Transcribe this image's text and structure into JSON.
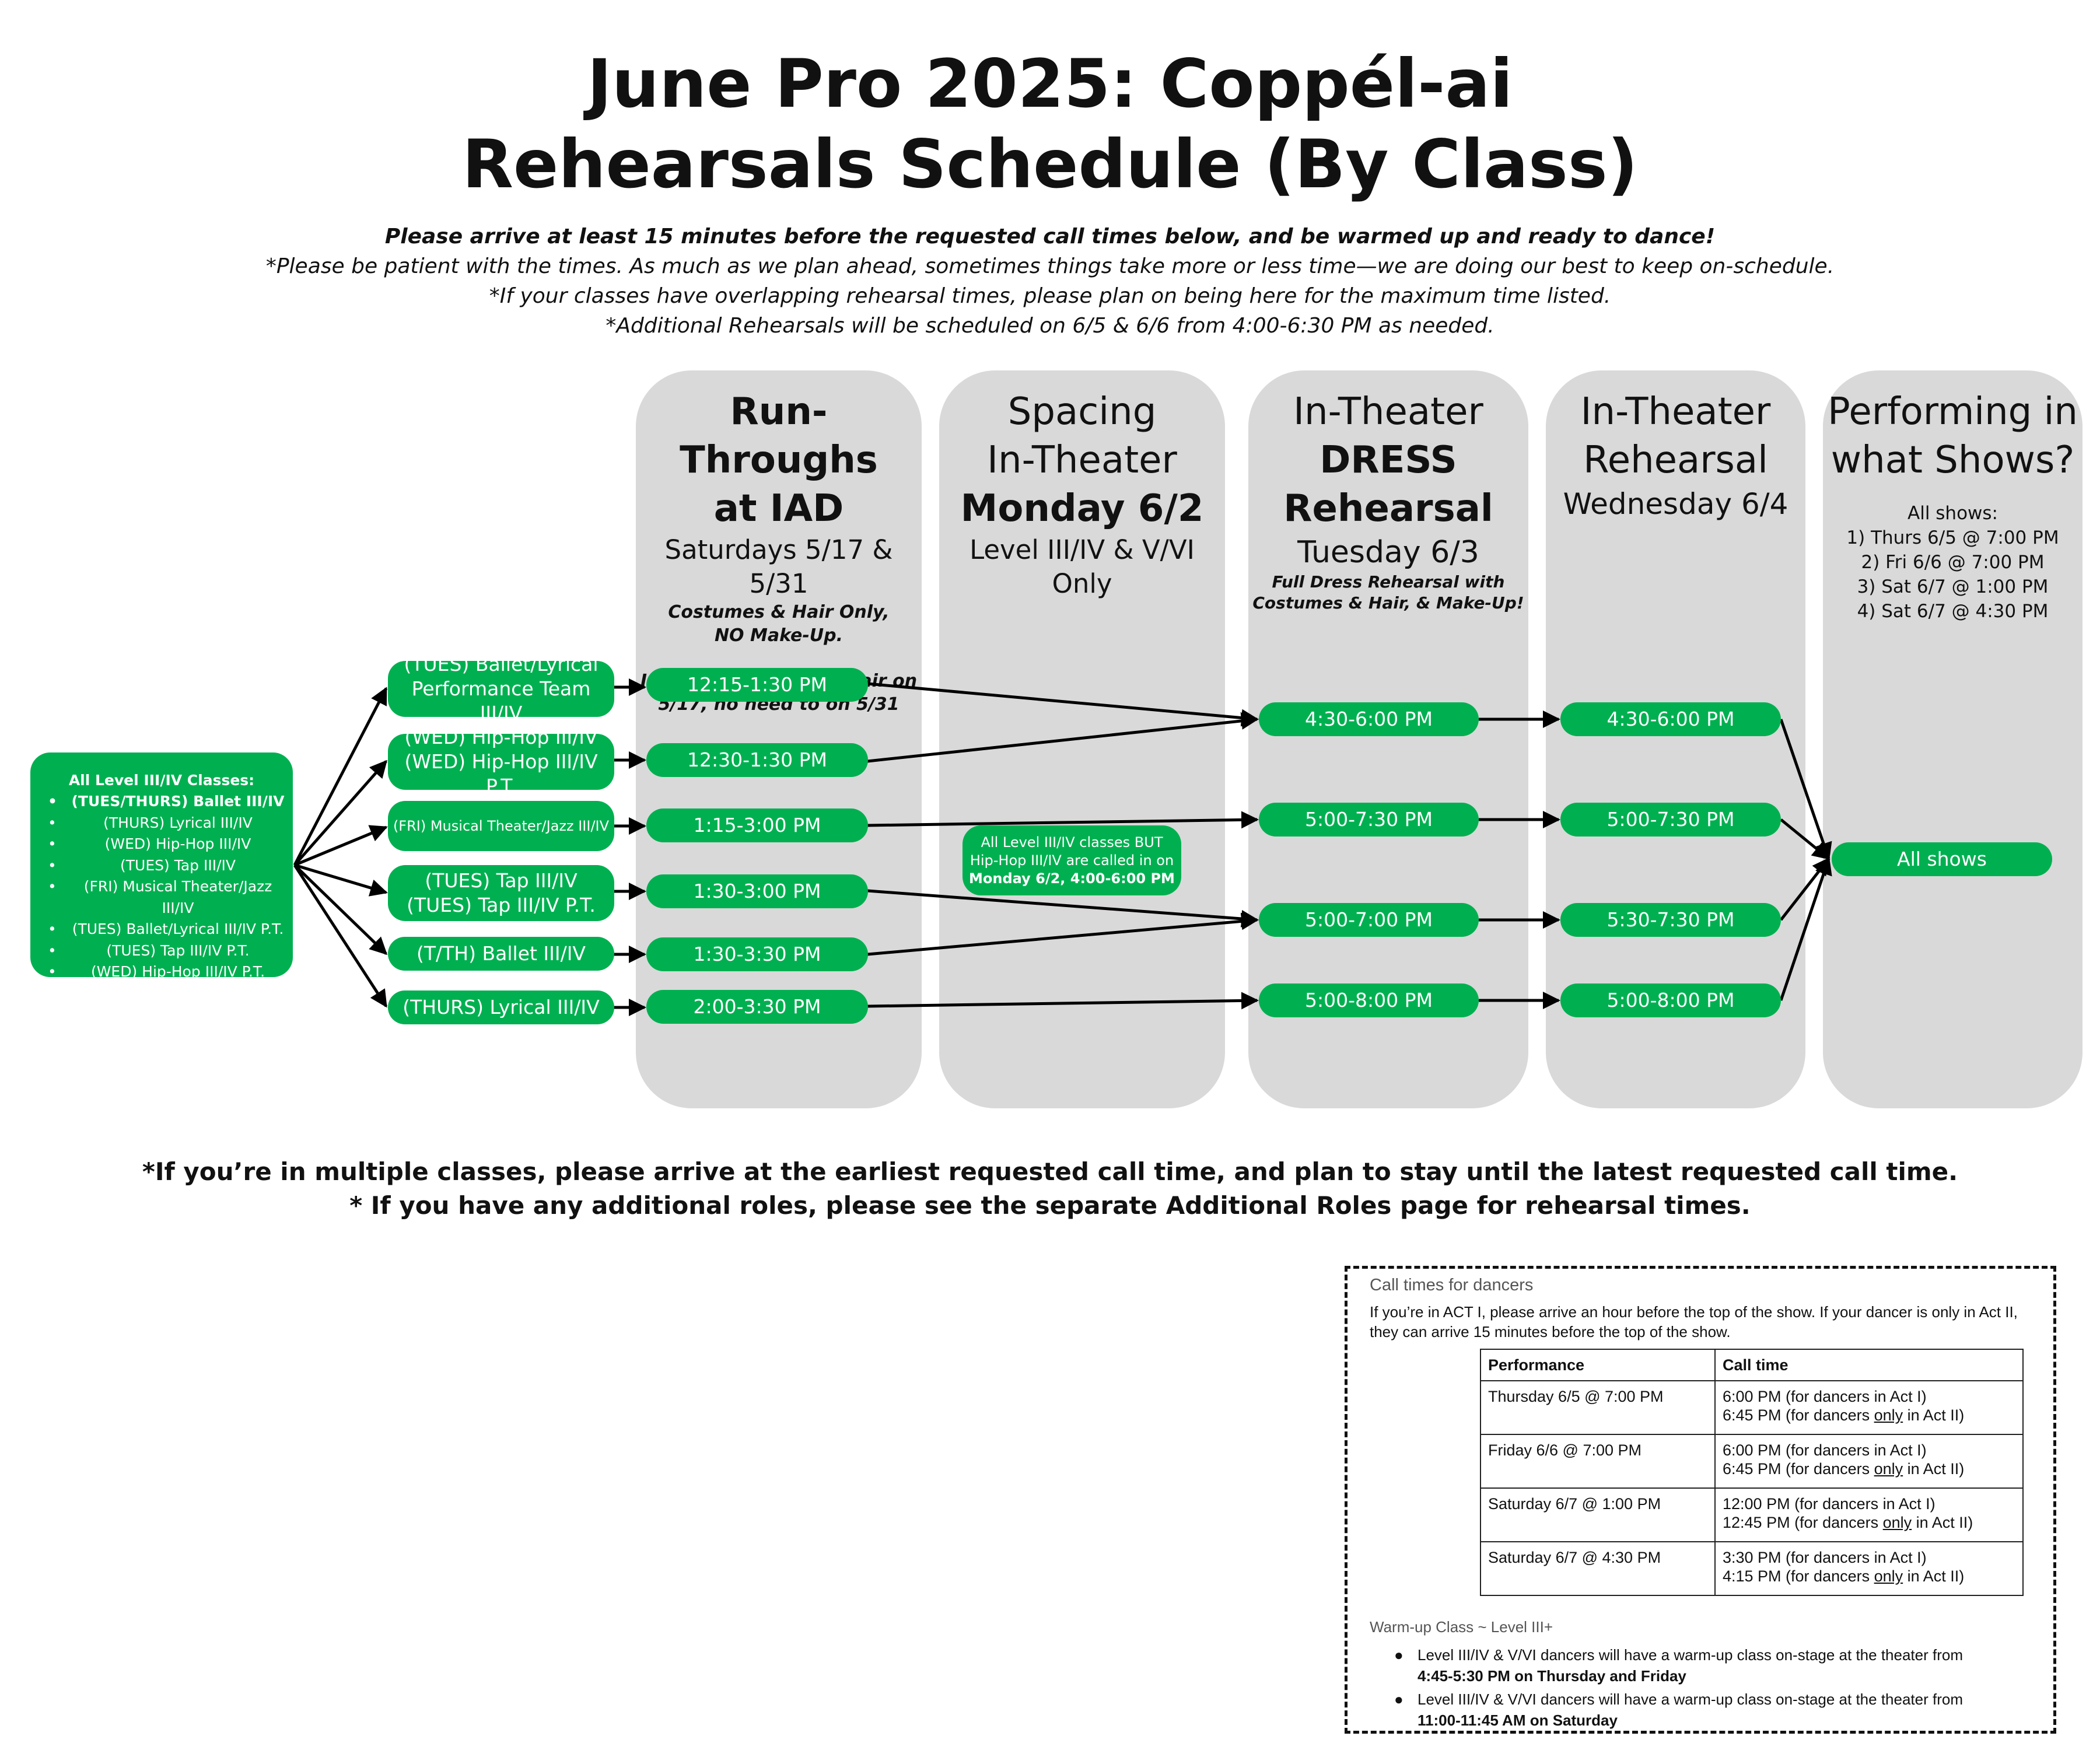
{
  "title": {
    "line1": "June Pro 2025: Coppél-ai",
    "line2": "Rehearsals Schedule (By Class)"
  },
  "intro": [
    "Please arrive at least 15 minutes before the requested call times below, and be warmed up and ready to dance!",
    "*Please be patient with the times. As much as we plan ahead, sometimes things take more or less time—we are doing our best to keep on-schedule.",
    "*If your classes have overlapping rehearsal times, please plan on being here for the maximum time listed.",
    "*Additional Rehearsals will be scheduled on 6/5 & 6/6 from 4:00-6:30 PM as needed."
  ],
  "columns": {
    "runthrough": {
      "h1": "Run-Throughs",
      "h2": "at IAD",
      "sub": "Saturdays 5/17 & 5/31",
      "note1": "Costumes & Hair Only,",
      "note2": "NO Make-Up.",
      "note3": "If you wore costume/hair on",
      "note4": "5/17, no need to on 5/31"
    },
    "spacing": {
      "h1": "Spacing",
      "h2": "In-Theater",
      "h3": "Monday 6/2",
      "sub": "Level III/IV & V/VI Only"
    },
    "dress": {
      "h1": "In-Theater",
      "h2": "DRESS",
      "h3": "Rehearsal",
      "sub": "Tuesday 6/3",
      "note1": "Full Dress Rehearsal with",
      "note2": "Costumes & Hair, & Make-Up!"
    },
    "rehearsal": {
      "h1": "In-Theater",
      "h2": "Rehearsal",
      "sub": "Wednesday 6/4"
    },
    "shows": {
      "h1": "Performing in",
      "h2": "what Shows?",
      "label": "All shows:",
      "list": [
        "1) Thurs 6/5 @ 7:00 PM",
        "2) Fri 6/6 @ 7:00 PM",
        "3) Sat 6/7 @ 1:00 PM",
        "4) Sat 6/7 @ 4:30 PM"
      ]
    }
  },
  "all_classes": {
    "title": "All Level III/IV Classes:",
    "items": [
      "(TUES/THURS) Ballet III/IV",
      "(THURS) Lyrical III/IV",
      "(WED) Hip-Hop III/IV",
      "(TUES) Tap III/IV",
      "(FRI) Musical Theater/Jazz III/IV",
      "(TUES) Ballet/Lyrical III/IV P.T.",
      "(TUES) Tap III/IV P.T.",
      "(WED) Hip-Hop III/IV P.T."
    ]
  },
  "classes": {
    "c1": {
      "l1": "(TUES) Ballet/Lyrical",
      "l2": "Performance Team III/IV"
    },
    "c2": {
      "l1": "(WED) Hip-Hop III/IV",
      "l2": "(WED) Hip-Hop III/IV P.T."
    },
    "c3": {
      "l1": "(FRI) Musical Theater/Jazz III/IV"
    },
    "c4": {
      "l1": "(TUES) Tap III/IV",
      "l2": "(TUES) Tap III/IV P.T."
    },
    "c5": {
      "l1": "(T/TH) Ballet III/IV"
    },
    "c6": {
      "l1": "(THURS) Lyrical III/IV"
    }
  },
  "runthrough_times": [
    "12:15-1:30 PM",
    "12:30-1:30 PM",
    "1:15-3:00 PM",
    "1:30-3:00 PM",
    "1:30-3:30 PM",
    "2:00-3:30 PM"
  ],
  "spacing_note": {
    "l1": "All Level III/IV classes BUT",
    "l2": "Hip-Hop III/IV are called in on",
    "l3": "Monday 6/2, 4:00-6:00 PM"
  },
  "dress_times": [
    "4:30-6:00 PM",
    "5:00-7:30 PM",
    "5:00-7:00 PM",
    "5:00-8:00 PM"
  ],
  "rehearsal_times": [
    "4:30-6:00 PM",
    "5:00-7:30 PM",
    "5:30-7:30 PM",
    "5:00-8:00 PM"
  ],
  "shows_pill": "All shows",
  "footer": [
    "*If you’re in multiple classes, please arrive at the earliest requested call time, and plan to stay until the latest requested call time.",
    "* If you have any additional roles, please see the separate Additional Roles page for rehearsal times."
  ],
  "call_times": {
    "heading": "Call times for dancers",
    "text": "If you’re in ACT I, please arrive an hour before the top of the show. If your dancer is only in Act II, they can arrive 15 minutes before the top of the show.",
    "col1": "Performance",
    "col2": "Call time",
    "rows": [
      {
        "perf": "Thursday 6/5 @ 7:00 PM",
        "a": "6:00 PM (for dancers in Act I)",
        "b1": "6:45 PM (for dancers ",
        "only": "only",
        "b2": " in Act II)"
      },
      {
        "perf": "Friday 6/6 @ 7:00 PM",
        "a": "6:00 PM (for dancers in Act I)",
        "b1": "6:45 PM (for dancers ",
        "only": "only",
        "b2": " in Act II)"
      },
      {
        "perf": "Saturday 6/7 @ 1:00 PM",
        "a": "12:00 PM (for dancers in Act I)",
        "b1": "12:45 PM (for dancers ",
        "only": "only",
        "b2": " in Act II)"
      },
      {
        "perf": "Saturday 6/7 @ 4:30 PM",
        "a": "3:30 PM (for dancers in Act I)",
        "b1": "4:15 PM (for dancers ",
        "only": "only",
        "b2": " in Act II)"
      }
    ],
    "warmup_heading": "Warm-up Class ~ Level III+",
    "warmup": [
      {
        "text": "Level III/IV & V/VI dancers will have a warm-up class on-stage at the theater from",
        "bold": "4:45-5:30 PM on Thursday and Friday"
      },
      {
        "text": "Level III/IV & V/VI dancers will have a warm-up class on-stage at the theater from",
        "bold": "11:00-11:45 AM on Saturday"
      }
    ]
  }
}
